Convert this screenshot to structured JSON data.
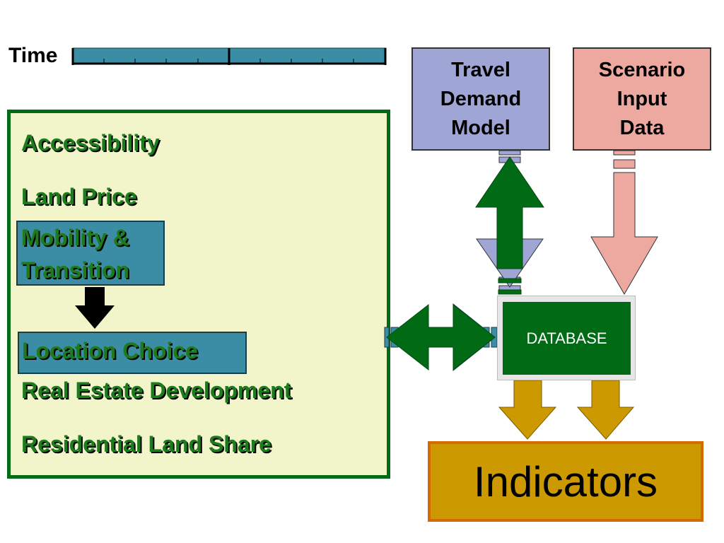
{
  "timeline": {
    "label": "Time"
  },
  "model": {
    "items": {
      "accessibility": "Accessibility",
      "land_price": "Land Price",
      "mobility_line1": "Mobility &",
      "mobility_line2": "Transition",
      "location_choice": "Location Choice",
      "real_estate": "Real Estate Development",
      "residential": "Residential Land Share"
    }
  },
  "travel_model": {
    "line1": "Travel",
    "line2": "Demand",
    "line3": "Model"
  },
  "scenario": {
    "line1": "Scenario",
    "line2": "Input",
    "line3": "Data"
  },
  "database": {
    "label": "DATABASE"
  },
  "indicators": {
    "label": "Indicators"
  },
  "colors": {
    "model_bg": "#f2f4c9",
    "model_border": "#006b14",
    "text_green": "#1d7a1d",
    "teal": "#3a8da5",
    "travel": "#9fa5d4",
    "scenario": "#eda89f",
    "database": "#006b14",
    "indicators": "#cc9900",
    "indicators_border": "#d46a00"
  }
}
